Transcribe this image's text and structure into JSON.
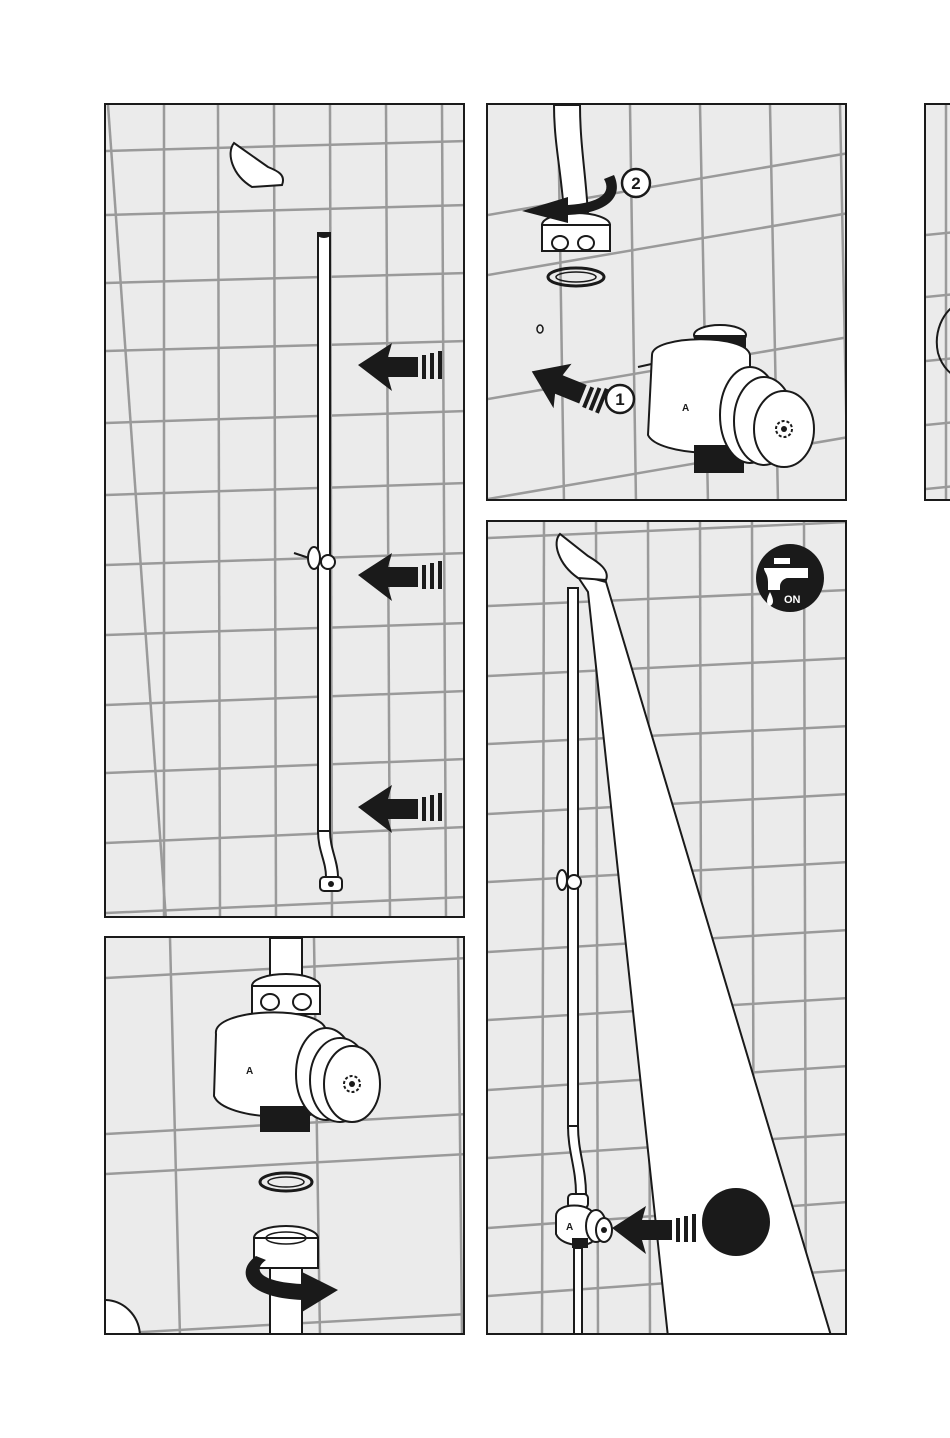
{
  "steps": {
    "step_one": "1",
    "step_two": "2"
  },
  "valve": {
    "brand_mark": "A"
  },
  "water_badge": {
    "label": "ON",
    "icon": "tap-water-icon"
  },
  "colors": {
    "ink": "#1a1a1a",
    "tile": "#ebebeb",
    "grout": "#9a9a9a",
    "metal": "#ffffff"
  }
}
